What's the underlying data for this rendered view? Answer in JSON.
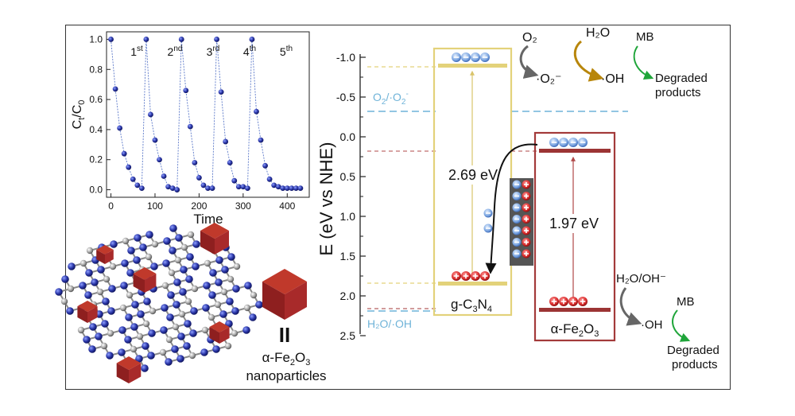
{
  "chart_data": {
    "type": "scatter",
    "xlabel": "Time",
    "ylabel_main": "C",
    "ylabel_sub1": "t",
    "ylabel_mid": "/C",
    "ylabel_sub2": "0",
    "xlim": [
      -10,
      450
    ],
    "ylim": [
      -0.05,
      1.05
    ],
    "xticks": [
      "0",
      "100",
      "200",
      "300",
      "400"
    ],
    "yticks": [
      "0.0",
      "0.2",
      "0.4",
      "0.6",
      "0.8",
      "1.0"
    ],
    "cycle_labels": [
      {
        "num": "1",
        "sup": "st"
      },
      {
        "num": "2",
        "sup": "nd"
      },
      {
        "num": "3",
        "sup": "rd"
      },
      {
        "num": "4",
        "sup": "th"
      },
      {
        "num": "5",
        "sup": "th"
      }
    ],
    "x": [
      0,
      10,
      20,
      30,
      40,
      50,
      60,
      70,
      80,
      90,
      100,
      110,
      120,
      130,
      140,
      150,
      160,
      170,
      180,
      190,
      200,
      210,
      220,
      230,
      240,
      250,
      260,
      270,
      280,
      290,
      300,
      310,
      320,
      330,
      340,
      350,
      360,
      370,
      380,
      390,
      400,
      410,
      420,
      430
    ],
    "y": [
      1.0,
      0.67,
      0.41,
      0.24,
      0.15,
      0.07,
      0.03,
      0.01,
      1.0,
      0.5,
      0.33,
      0.2,
      0.09,
      0.02,
      0.01,
      0.0,
      1.0,
      0.66,
      0.42,
      0.18,
      0.08,
      0.03,
      0.01,
      0.01,
      1.0,
      0.65,
      0.32,
      0.18,
      0.06,
      0.02,
      0.02,
      0.01,
      1.0,
      0.52,
      0.33,
      0.16,
      0.07,
      0.03,
      0.02,
      0.01,
      0.01,
      0.01,
      0.01,
      0.01
    ]
  },
  "band_diagram": {
    "ylabel": "E (eV vs NHE)",
    "yticks": [
      "-1.0",
      "-0.5",
      "0.0",
      "0.5",
      "1.0",
      "1.5",
      "2.0",
      "2.5"
    ],
    "gcn_gap": "2.69 eV",
    "fe_gap": "1.97 eV",
    "gcn_label_main": "g-C",
    "gcn_label_sub1": "3",
    "gcn_label_mid": "N",
    "gcn_label_sub2": "4",
    "fe_label_main": "α-Fe",
    "fe_label_sub1": "2",
    "fe_label_mid": "O",
    "fe_label_sub2": "3",
    "o2_couple_main": "O",
    "o2_couple_sub": "2",
    "o2_couple_mid": "/·O",
    "o2_couple_sub2": "2",
    "o2_couple_sup": "-",
    "h2o_couple": "H₂O/·OH",
    "electron": "−",
    "hole": "+"
  },
  "reactions": {
    "o2": "O₂",
    "superoxide": "·O₂⁻",
    "h2o": "H₂O",
    "oh": "·OH",
    "mb": "MB",
    "degraded_line1": "Degraded",
    "degraded_line2": "products",
    "h2o_oh_minus": "H₂O/OH⁻",
    "oh2": "·OH",
    "mb2": "MB",
    "degraded2_line1": "Degraded",
    "degraded2_line2": "products"
  },
  "illustration": {
    "equals": "II",
    "np_label_main": "α-Fe",
    "np_label_sub1": "2",
    "np_label_mid": "O",
    "np_label_sub2": "3",
    "np_label_line2": "nanoparticles"
  },
  "colors": {
    "gcn_box": "#e3d27a",
    "fe_box": "#a33a3a",
    "band_line": "#9c3434",
    "couple_blue": "#6fb3d8",
    "sphere_blue": "#2a36a8",
    "cube_red": "#a82a2a",
    "arrow_green": "#1fa53a",
    "arrow_gold": "#b8860b",
    "arrow_gray": "#666666"
  }
}
